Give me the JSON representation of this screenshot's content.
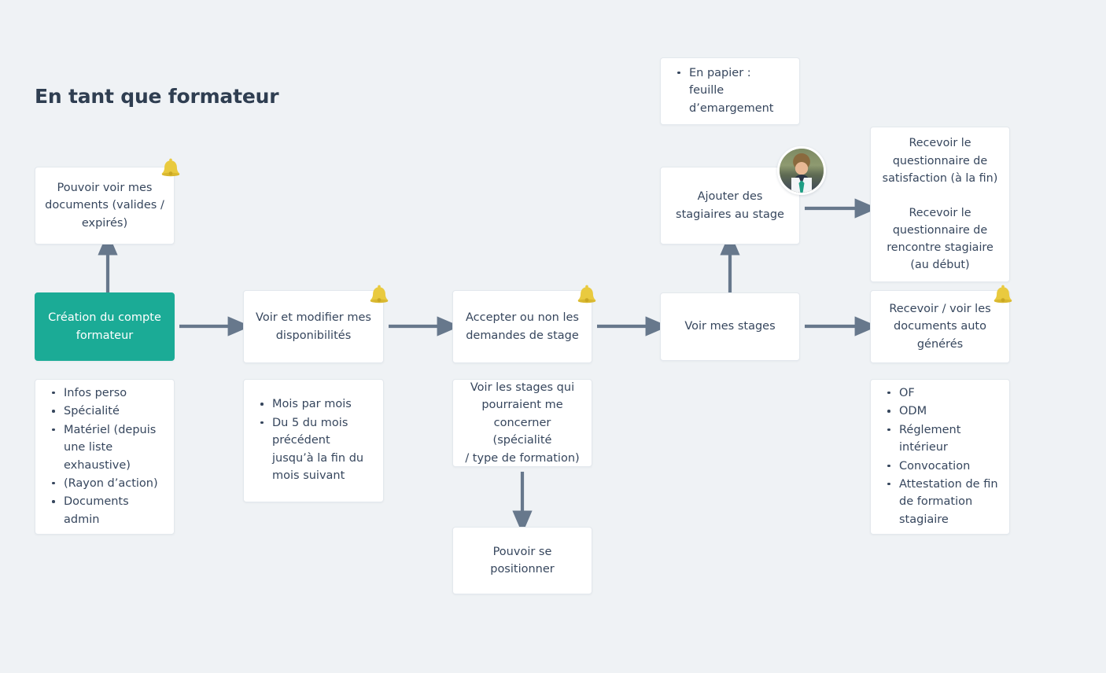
{
  "page": {
    "title": "En tant que formateur",
    "background_color": "#eff2f5",
    "accent_color": "#1bab96",
    "text_color": "#36465d",
    "arrow_color": "#67788c",
    "bell_color": "#e9ca3f"
  },
  "nodes": {
    "documents_view": {
      "label": "Pouvoir voir mes\ndocuments (valides /\nexpirés)",
      "has_bell": true
    },
    "account_creation": {
      "label": "Création du compte\nformateur",
      "accent": true,
      "has_bell": false
    },
    "availability": {
      "label": "Voir et modifier mes\ndisponibilités",
      "has_bell": true
    },
    "requests": {
      "label": "Accepter ou non les\ndemandes de stage",
      "has_bell": true
    },
    "relevant_stages": {
      "label": "Voir les stages qui\npourraient me\nconcerner (spécialité\n/ type de formation)",
      "has_bell": false
    },
    "positioning": {
      "label": "Pouvoir se\npositionner",
      "has_bell": false
    },
    "my_stages": {
      "label": "Voir mes stages",
      "has_bell": false
    },
    "add_trainees": {
      "label": "Ajouter des\nstagiaires au stage",
      "has_bell": false,
      "has_avatar": true
    },
    "questionnaires": {
      "label": "Recevoir le\nquestionnaire de\nsatisfaction (à la fin)\n\nRecevoir le\nquestionnaire de\nrencontre stagiaire\n(au début)",
      "has_bell": false
    },
    "auto_documents": {
      "label": "Recevoir / voir les\ndocuments auto\ngénérés",
      "has_bell": true
    }
  },
  "lists": {
    "account_details": {
      "items": [
        "Infos perso",
        "Spécialité",
        "Matériel (depuis une liste exhaustive)",
        "(Rayon d’action)",
        "Documents admin"
      ]
    },
    "availability_details": {
      "items": [
        "Mois par mois",
        "Du 5 du mois précédent jusqu’à la fin du mois suivant"
      ]
    },
    "paper_details": {
      "items": [
        "En papier : feuille d’emargement"
      ]
    },
    "document_types": {
      "items": [
        "OF",
        "ODM",
        "Réglement intérieur",
        "Convocation",
        "Attestation de fin de formation stagiaire"
      ]
    }
  },
  "icons": {
    "bell": "bell-icon",
    "avatar": "avatar-photo",
    "arrow": "arrow-icon"
  }
}
